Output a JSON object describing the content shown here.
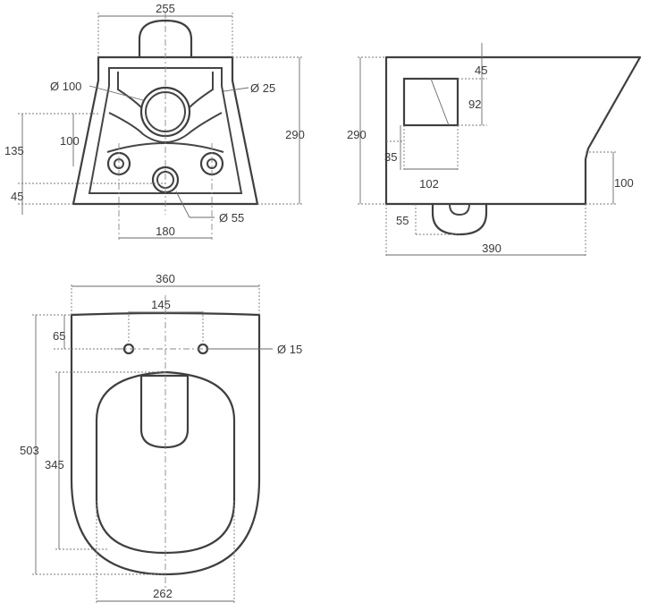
{
  "front_view": {
    "width_top": "255",
    "pipe_diameter": "Ø 100",
    "hole_diameter_small": "Ø 25",
    "height_total": "290",
    "height_135": "135",
    "height_100": "100",
    "height_45": "45",
    "inlet_diameter": "Ø 55",
    "bolt_spacing": "180"
  },
  "side_view": {
    "height_total": "290",
    "top_offset": "45",
    "inlet_height": "92",
    "inlet_bottom_offset": "35",
    "inlet_width": "102",
    "outlet_height": "100",
    "outlet_offset": "55",
    "depth": "390"
  },
  "top_view": {
    "width_total": "360",
    "hole_spacing": "145",
    "hole_offset": "65",
    "hole_diameter": "Ø 15",
    "length_total": "503",
    "bowl_length": "345",
    "bowl_width": "262"
  }
}
